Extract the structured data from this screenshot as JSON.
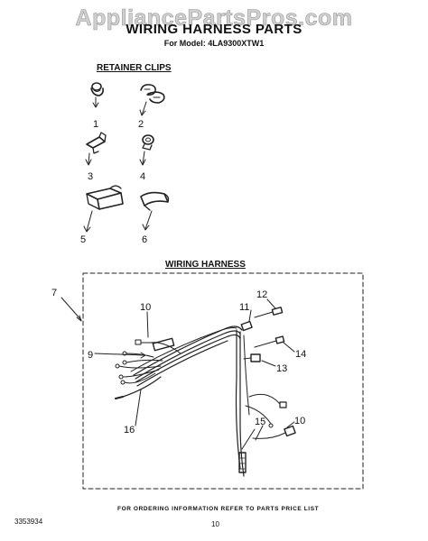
{
  "watermark": "AppliancePartsPros.com",
  "header": {
    "title": "WIRING HARNESS PARTS",
    "subtitle": "For Model: 4LA9300XTW1"
  },
  "sections": {
    "retainer_clips": "RETAINER CLIPS",
    "wiring_harness": "WIRING HARNESS"
  },
  "callouts": {
    "c1": "1",
    "c2": "2",
    "c3": "3",
    "c4": "4",
    "c5": "5",
    "c6": "6",
    "c7": "7",
    "c9": "9",
    "c10a": "10",
    "c10b": "10",
    "c11": "11",
    "c12": "12",
    "c13": "13",
    "c14": "14",
    "c15": "15",
    "c16": "16"
  },
  "footer": {
    "note": "FOR ORDERING INFORMATION REFER TO PARTS PRICE LIST",
    "doc_number": "3353934",
    "page_number": "10"
  }
}
